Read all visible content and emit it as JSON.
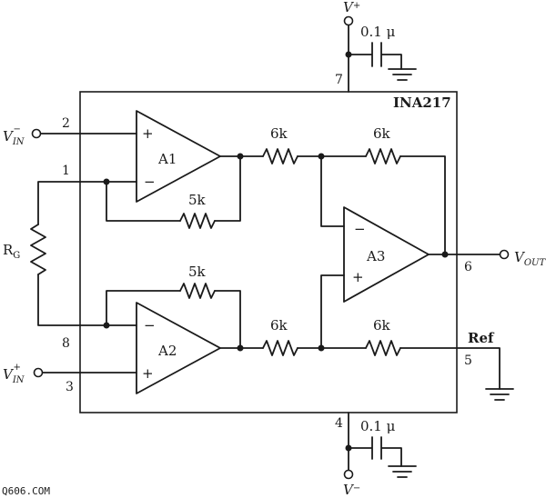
{
  "chip": {
    "name": "INA217"
  },
  "amplifiers": {
    "a1": "A1",
    "a2": "A2",
    "a3": "A3"
  },
  "resistors": {
    "r_top_in": "6k",
    "r_top_fb": "6k",
    "r_bot_in": "6k",
    "r_bot_ref": "6k",
    "r_a1_fb": "5k",
    "r_a2_fb": "5k",
    "rg": {
      "main": "R",
      "sub": "G"
    }
  },
  "capacitors": {
    "top": "0.1 μ",
    "bottom": "0.1 μ"
  },
  "pins": {
    "p1": "1",
    "p2": "2",
    "p3": "3",
    "p4": "4",
    "p5": "5",
    "p6": "6",
    "p7": "7",
    "p8": "8"
  },
  "signals": {
    "vin_minus": {
      "main": "V",
      "sub": "IN",
      "sup": "−"
    },
    "vin_plus": {
      "main": "V",
      "sub": "IN",
      "sup": "+"
    },
    "vout": {
      "main": "V",
      "sub": "OUT"
    },
    "vplus": {
      "main": "V",
      "sup": "+"
    },
    "vminus": {
      "main": "V",
      "sup": "−"
    },
    "ref": "Ref"
  },
  "opamp_signs": {
    "minus": "−",
    "plus": "+"
  },
  "watermark": "Q606.COM"
}
